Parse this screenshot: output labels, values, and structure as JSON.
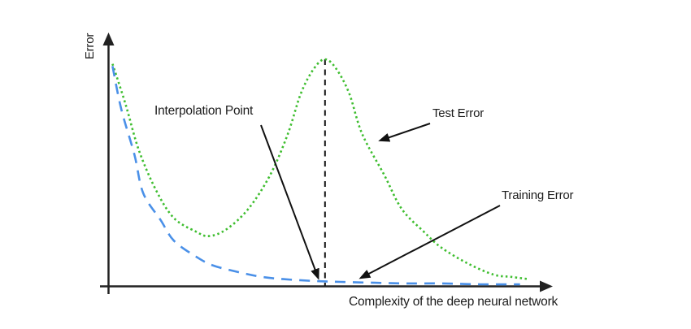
{
  "figure": {
    "ylabel": "Error",
    "xlabel": "Complexity of the deep neural network",
    "annotations": {
      "interpolation_label": "Interpolation Point",
      "test_error_label": "Test Error",
      "training_error_label": "Training Error"
    }
  },
  "chart_data": {
    "type": "line",
    "title": "",
    "xlabel": "Complexity of the deep neural network",
    "ylabel": "Error",
    "xlim": [
      0,
      1
    ],
    "ylim": [
      0,
      1
    ],
    "grid": false,
    "axis_ticks": "none",
    "legend_position": "inline-annotations",
    "axis_color": "#222222",
    "annotations": [
      {
        "type": "vline",
        "label": "Interpolation Point",
        "x": 0.495,
        "y_from": 0.0,
        "y_to": 1.0,
        "style": "dashed",
        "color": "#111111"
      }
    ],
    "series": [
      {
        "name": "Test Error",
        "color": "#3fbe30",
        "style": "dotted",
        "x": [
          0.01,
          0.04,
          0.07,
          0.11,
          0.15,
          0.2,
          0.23,
          0.27,
          0.32,
          0.37,
          0.41,
          0.44,
          0.47,
          0.495,
          0.52,
          0.55,
          0.58,
          0.63,
          0.67,
          0.72,
          0.76,
          0.82,
          0.88,
          0.92,
          0.96
        ],
        "y": [
          0.98,
          0.8,
          0.6,
          0.42,
          0.3,
          0.24,
          0.22,
          0.25,
          0.34,
          0.49,
          0.67,
          0.85,
          0.96,
          1.0,
          0.96,
          0.85,
          0.67,
          0.49,
          0.34,
          0.24,
          0.17,
          0.1,
          0.05,
          0.04,
          0.03
        ]
      },
      {
        "name": "Training Error",
        "color": "#4a90e8",
        "style": "dashed",
        "x": [
          0.01,
          0.03,
          0.06,
          0.08,
          0.12,
          0.15,
          0.2,
          0.24,
          0.3,
          0.35,
          0.4,
          0.47,
          0.53,
          0.61,
          0.68,
          0.76,
          0.85,
          0.94
        ],
        "y": [
          0.97,
          0.78,
          0.58,
          0.41,
          0.29,
          0.2,
          0.13,
          0.09,
          0.06,
          0.04,
          0.03,
          0.022,
          0.018,
          0.014,
          0.011,
          0.011,
          0.007,
          0.007
        ]
      }
    ]
  }
}
